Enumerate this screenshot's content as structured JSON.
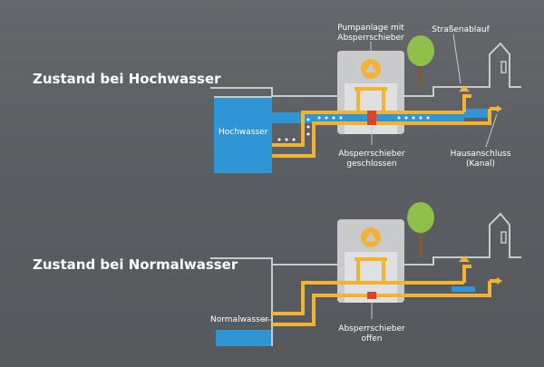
{
  "top": {
    "heading": "Zustand bei Hochwasser",
    "water_label": "Hochwasser",
    "pump_label_1": "Pumpanlage mit",
    "pump_label_2": "Absperrschieber",
    "drain_label": "Straßenablauf",
    "valve_label_1": "Absperrschieber",
    "valve_label_2": "geschlossen",
    "house_label_1": "Hausanschluss",
    "house_label_2": "(Kanal)"
  },
  "bottom": {
    "heading": "Zustand bei Normalwasser",
    "water_label": "Normalwasser",
    "valve_label_1": "Absperrschieber",
    "valve_label_2": "offen"
  },
  "colors": {
    "background": "#5a5d61",
    "pipe": "#f2b233",
    "water": "#2f95d4",
    "structure": "#c9cacc",
    "tree": "#8ec04b",
    "valve_closed": "#d9442a"
  }
}
